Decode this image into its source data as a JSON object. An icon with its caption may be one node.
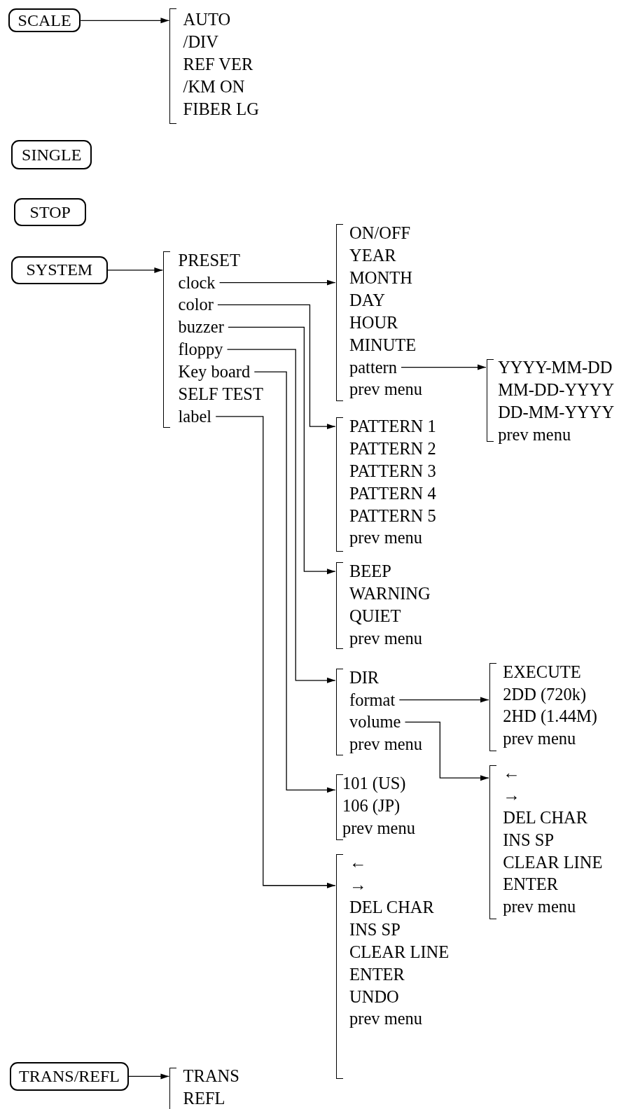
{
  "diagram": {
    "nodes": [
      {
        "text": [
          "SCALE"
        ]
      },
      {
        "text": [],
        "shape": "bracket"
      },
      {
        "text": [
          "AUTO"
        ],
        "in": 1
      },
      {
        "text": [
          "/DIV"
        ],
        "in": 1
      },
      {
        "text": [
          "REF VER"
        ],
        "in": 1
      },
      {
        "text": [
          "/KM ON"
        ],
        "in": 1
      },
      {
        "text": [
          "FIBER LG"
        ],
        "in": 1
      },
      {
        "text": [
          "SINGLE"
        ]
      },
      {
        "text": [
          "STOP"
        ]
      },
      {
        "text": [
          "SYSTEM"
        ]
      },
      {
        "text": [],
        "shape": "bracket"
      },
      {
        "text": [
          "PRESET"
        ],
        "in": 10
      },
      {
        "text": [
          "clock"
        ],
        "in": 10
      },
      {
        "text": [
          "color"
        ],
        "in": 10
      },
      {
        "text": [
          "buzzer"
        ],
        "in": 10
      },
      {
        "text": [
          "floppy"
        ],
        "in": 10
      },
      {
        "text": [
          "Key board"
        ],
        "in": 10
      },
      {
        "text": [
          "SELF TEST"
        ],
        "in": 10
      },
      {
        "text": [
          "label"
        ],
        "in": 10
      },
      {
        "text": [],
        "shape": "bracket"
      },
      {
        "text": [
          "ON/OFF"
        ],
        "in": 19
      },
      {
        "text": [
          "YEAR"
        ],
        "in": 19
      },
      {
        "text": [
          "MONTH"
        ],
        "in": 19
      },
      {
        "text": [
          "DAY"
        ],
        "in": 19
      },
      {
        "text": [
          "HOUR"
        ],
        "in": 19
      },
      {
        "text": [
          "MINUTE"
        ],
        "in": 19
      },
      {
        "text": [
          "pattern"
        ],
        "in": 19
      },
      {
        "text": [
          "prev menu"
        ],
        "in": 19
      },
      {
        "text": [],
        "shape": "bracket"
      },
      {
        "text": [
          "YYYY-MM-DD"
        ],
        "in": 28
      },
      {
        "text": [
          "MM-DD-YYYY"
        ],
        "in": 28
      },
      {
        "text": [
          "DD-MM-YYYY"
        ],
        "in": 28
      },
      {
        "text": [
          "prev menu"
        ],
        "in": 28
      },
      {
        "text": [],
        "shape": "bracket"
      },
      {
        "text": [
          "PATTERN 1"
        ],
        "in": 33
      },
      {
        "text": [
          "PATTERN 2"
        ],
        "in": 33
      },
      {
        "text": [
          "PATTERN 3"
        ],
        "in": 33
      },
      {
        "text": [
          "PATTERN 4"
        ],
        "in": 33
      },
      {
        "text": [
          "PATTERN 5"
        ],
        "in": 33
      },
      {
        "text": [
          "prev menu"
        ],
        "in": 33
      },
      {
        "text": [],
        "shape": "bracket"
      },
      {
        "text": [
          "BEEP"
        ],
        "in": 40
      },
      {
        "text": [
          "WARNING"
        ],
        "in": 40
      },
      {
        "text": [
          "QUIET"
        ],
        "in": 40
      },
      {
        "text": [
          "prev menu"
        ],
        "in": 40
      },
      {
        "text": [],
        "shape": "bracket"
      },
      {
        "text": [
          "DIR"
        ],
        "in": 45
      },
      {
        "text": [
          "format"
        ],
        "in": 45
      },
      {
        "text": [
          "volume"
        ],
        "in": 45
      },
      {
        "text": [
          "prev menu"
        ],
        "in": 45
      },
      {
        "text": [],
        "shape": "bracket"
      },
      {
        "text": [
          "EXECUTE"
        ],
        "in": 50
      },
      {
        "text": [
          "2DD (720k)"
        ],
        "in": 50
      },
      {
        "text": [
          "2HD (1.44M)"
        ],
        "in": 50
      },
      {
        "text": [
          "prev menu"
        ],
        "in": 50
      },
      {
        "text": [],
        "shape": "bracket"
      },
      {
        "text": [
          "←"
        ],
        "in": 55
      },
      {
        "text": [
          "→"
        ],
        "in": 55
      },
      {
        "text": [
          "DEL CHAR"
        ],
        "in": 55
      },
      {
        "text": [
          "INS SP"
        ],
        "in": 55
      },
      {
        "text": [
          "CLEAR LINE"
        ],
        "in": 55
      },
      {
        "text": [
          "ENTER"
        ],
        "in": 55
      },
      {
        "text": [
          "prev menu"
        ],
        "in": 55
      },
      {
        "text": [],
        "shape": "bracket"
      },
      {
        "text": [
          "101 (US)"
        ],
        "in": 63
      },
      {
        "text": [
          "106 (JP)"
        ],
        "in": 63
      },
      {
        "text": [
          "prev menu"
        ],
        "in": 63
      },
      {
        "text": [],
        "shape": "bracket"
      },
      {
        "text": [
          "←"
        ],
        "in": 67
      },
      {
        "text": [
          "→"
        ],
        "in": 67
      },
      {
        "text": [
          "DEL CHAR"
        ],
        "in": 67
      },
      {
        "text": [
          "INS SP"
        ],
        "in": 67
      },
      {
        "text": [
          "CLEAR LINE"
        ],
        "in": 67
      },
      {
        "text": [
          "ENTER"
        ],
        "in": 67
      },
      {
        "text": [
          "UNDO"
        ],
        "in": 67
      },
      {
        "text": [
          "prev menu"
        ],
        "in": 67
      },
      {
        "text": [
          "TRANS/REFL"
        ]
      },
      {
        "text": [],
        "shape": "bracket"
      },
      {
        "text": [
          "TRANS"
        ],
        "in": 77
      },
      {
        "text": [
          "REFL"
        ],
        "in": 77
      }
    ],
    "edges": [
      {
        "from": 0,
        "to": 1,
        "arrow": "to"
      },
      {
        "from": 9,
        "to": 10,
        "arrow": "to"
      },
      {
        "from": 12,
        "to": 19,
        "arrow": "to"
      },
      {
        "from": 26,
        "to": 28,
        "arrow": "to"
      },
      {
        "from": 13,
        "to": 33,
        "arrow": "to"
      },
      {
        "from": 14,
        "to": 40,
        "arrow": "to"
      },
      {
        "from": 15,
        "to": 45,
        "arrow": "to"
      },
      {
        "from": 47,
        "to": 50,
        "arrow": "to"
      },
      {
        "from": 48,
        "to": 55,
        "arrow": "to"
      },
      {
        "from": 16,
        "to": 63,
        "arrow": "to"
      },
      {
        "from": 18,
        "to": 67,
        "arrow": "to"
      },
      {
        "from": 76,
        "to": 77,
        "arrow": "to"
      }
    ]
  }
}
